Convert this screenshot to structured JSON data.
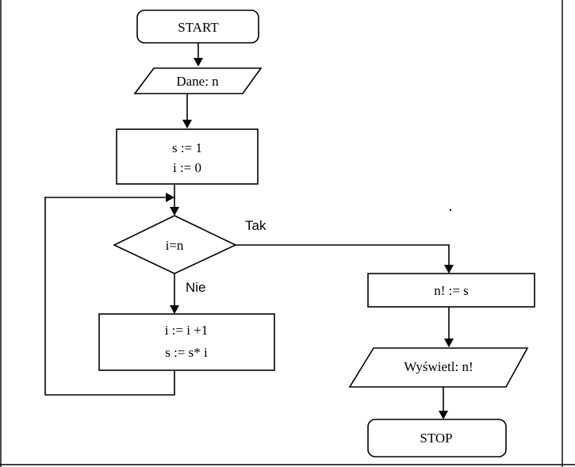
{
  "flowchart": {
    "start": {
      "label": "START"
    },
    "input": {
      "label": "Dane: n"
    },
    "init": {
      "line1": "s := 1",
      "line2": "i := 0"
    },
    "decision": {
      "label": "i=n"
    },
    "branch_yes": {
      "label": "Tak"
    },
    "branch_no": {
      "label": "Nie"
    },
    "loop_body": {
      "line1": "i := i +1",
      "line2": "s := s* i"
    },
    "assign": {
      "label": "n! := s"
    },
    "output": {
      "label": "Wyświetl: n!"
    },
    "stop": {
      "label": "STOP"
    }
  }
}
